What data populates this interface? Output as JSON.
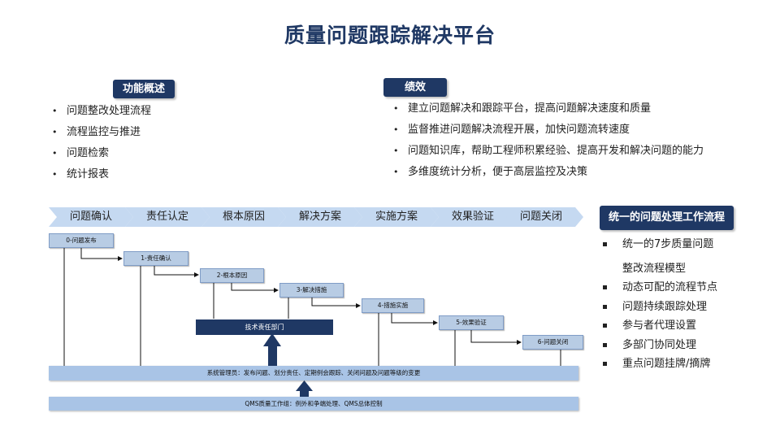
{
  "title": "质量问题跟踪解决平台",
  "features": {
    "header": "功能概述",
    "items": [
      "问题整改处理流程",
      "流程监控与推进",
      "问题检索",
      "统计报表"
    ]
  },
  "performance": {
    "header": "绩效",
    "items": [
      "建立问题解决和跟踪平台，提高问题解决速度和质量",
      "监督推进问题解决流程开展，加快问题流转速度",
      "问题知识库，帮助工程师积累经验、提高开发和解决问题的能力",
      "多维度统计分析，便于高层监控及决策"
    ]
  },
  "stages": [
    "问题确认",
    "责任认定",
    "根本原因",
    "解决方案",
    "实施方案",
    "效果验证",
    "问题关闭"
  ],
  "flow": {
    "steps": [
      "0-问题发布",
      "1-责任确认",
      "2-根本原因",
      "3-解决措施",
      "4-措施实施",
      "5-效果验证",
      "6-问题关闭"
    ],
    "department": "技术责任部门",
    "sysadmin": "系统管理员：发布问题、划分责任、定期例会跟踪、关闭问题及问题等级的变更",
    "qms": "QMS质量工作组：例外和争端处理、QMS总体控制"
  },
  "unified": {
    "header": "统一的问题处理工作流程",
    "items": [
      "统一的7步质量问题",
      "整改流程模型",
      "动态可配的流程节点",
      "问题持续跟踪处理",
      "参与者代理设置",
      "多部门协同处理",
      "重点问题挂牌/摘牌"
    ]
  },
  "colors": {
    "navy": "#1f3864",
    "chevron": "#c5d9f1",
    "node": "#b8cce4",
    "bar": "#a9c4e6"
  }
}
